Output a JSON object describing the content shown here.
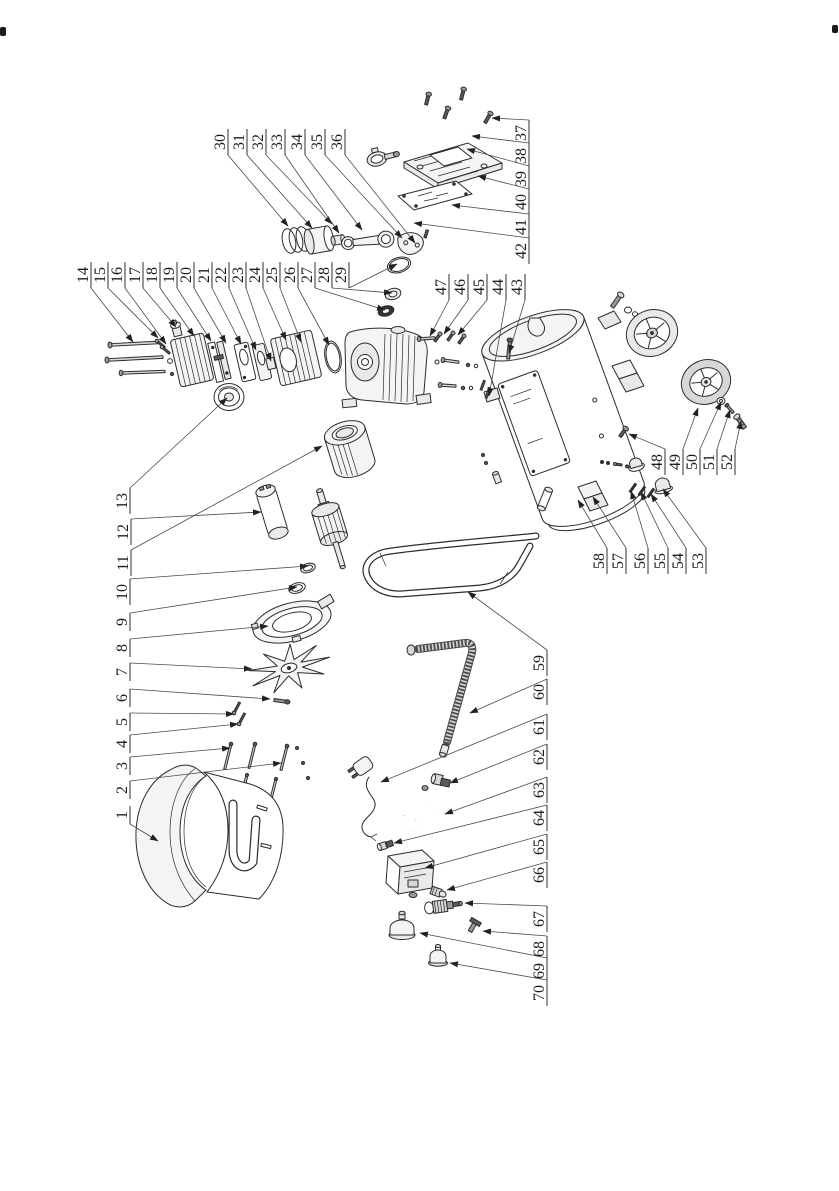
{
  "figure": {
    "paper_color": "#ffffff",
    "ink_color": "#2c2c2c",
    "labels": [
      "1",
      "2",
      "3",
      "4",
      "5",
      "6",
      "7",
      "8",
      "9",
      "10",
      "11",
      "12",
      "13",
      "14",
      "15",
      "16",
      "17",
      "18",
      "19",
      "20",
      "21",
      "22",
      "23",
      "24",
      "25",
      "26",
      "27",
      "28",
      "29",
      "30",
      "31",
      "32",
      "33",
      "34",
      "35",
      "36",
      "37",
      "38",
      "39",
      "40",
      "41",
      "42",
      "43",
      "44",
      "45",
      "46",
      "47",
      "48",
      "49",
      "50",
      "51",
      "52",
      "53",
      "54",
      "55",
      "56",
      "57",
      "58",
      "59",
      "60",
      "61",
      "62",
      "63",
      "64",
      "65",
      "66",
      "67",
      "68",
      "69",
      "70"
    ]
  }
}
